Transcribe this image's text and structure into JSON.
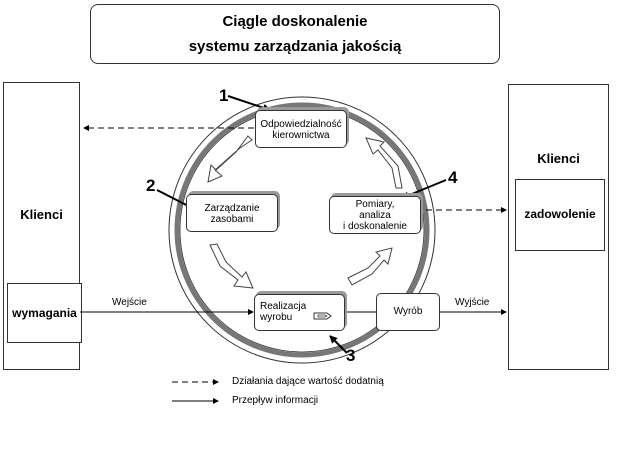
{
  "title": {
    "line1": "Ciągle doskonalenie",
    "line2": "systemu zarządzania jakością"
  },
  "left_box": {
    "label": "Klienci",
    "inner_label": "wymagania"
  },
  "right_box": {
    "label": "Klienci",
    "inner_label": "zadowolenie"
  },
  "processes": {
    "p1": {
      "number": "1",
      "line1": "Odpowiedzialność",
      "line2": "kierownictwa"
    },
    "p2": {
      "number": "2",
      "line1": "Zarządzanie",
      "line2": "zasobami"
    },
    "p3": {
      "number": "3",
      "line1": "Realizacja",
      "line2": "wyrobu"
    },
    "p4": {
      "number": "4",
      "line1": "Pomiary,",
      "line2": "analiza",
      "line3": "i doskonalenie"
    }
  },
  "flow": {
    "input": "Wejście",
    "output": "Wyjście",
    "product": "Wyrób"
  },
  "legend": {
    "dashed": "Działania dające wartość dodatnią",
    "solid": "Przepływ informacji"
  }
}
